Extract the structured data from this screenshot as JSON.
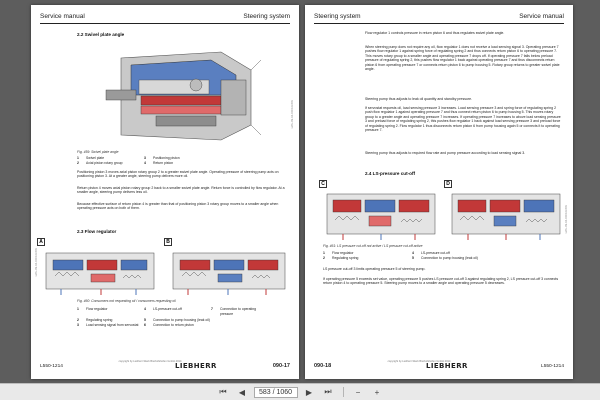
{
  "left_page": {
    "header_left": "Service manual",
    "header_right": "Steering system",
    "section_swivel": "2.2 Swivel plate angle",
    "fig459_caption": "Fig. 459: Swivel plate angle",
    "fig459_legend": [
      {
        "n": "1",
        "t": "Swivel plate"
      },
      {
        "n": "2",
        "t": "Axial piston rotary group"
      },
      {
        "n": "3",
        "t": "Positioning piston"
      },
      {
        "n": "4",
        "t": "Return piston"
      }
    ],
    "para1": "Positioning piston 3 moves axial piston rotary group 2 to a greater swivel plate angle. Operating pressure of steering pump acts on positioning piston 3. At a greater angle, steering pump delivers more oil.",
    "para2": "Return piston 4 moves axial piston rotary group 2 back to a smaller swivel plate angle. Return force is controlled by flow regulator. At a smaller angle, steering pump delivers less oil.",
    "para3": "Because effective surface of return piston 4 is greater than that of positioning piston 3 rotary group moves to a smaller angle when operating pressure acts on both of them.",
    "section_flow": "2.3 Flow regulator",
    "fig_tag_a": "A",
    "fig_tag_b": "B",
    "fig460_caption": "Fig. 460: Consumers not requesting oil / consumers requesting oil",
    "fig460_legend": [
      {
        "n": "1",
        "t": "Flow regulator",
        "n2": "4",
        "t2": "LS-pressure cut-off",
        "n3": "7",
        "t3": "Connection to operating pressure"
      },
      {
        "n": "2",
        "t": "Regulating spring",
        "n2": "5",
        "t2": "Connection to pump housing (leak oil)",
        "n3": "",
        "t3": ""
      },
      {
        "n": "3",
        "t": "Load sensing signal from servostat",
        "n2": "6",
        "t2": "Connection to return piston",
        "n3": "",
        "t3": ""
      }
    ],
    "sidebar_note": "LWL-09-04-0000-GSW",
    "footer_code": "L550-1214",
    "footer_copy": "copyright by Liebherr-Werk Bischofshofen GmbH 2014",
    "footer_logo": "LIEBHERR",
    "page_number": "090-17"
  },
  "right_page": {
    "header_left": "Steering system",
    "header_right": "Service manual",
    "para1": "Flow regulator 1 controls pressure in return piston 6 and thus regulates swivel plate angle.",
    "para2": "When steering pump does not require any oil, flow regulator 1 does not receive a load sensing signal 3. Operating pressure 7 pushes flow regulator 1 against spring force of regulating spring 2 and thus connects return piston 6 to operating pressure 7. This moves rotary group to a smaller angle and operating pressure 7 drops off. If operating pressure 7 falls below preload pressure of regulating spring 2, this pushes flow regulator 1 back against operating pressure 7 and thus disconnects return piston 6 from operating pressure 7 or connects return piston 6 to pump housing 5. Rotary group returns to greater swivel plate angle.",
    "para3": "Steering pump thus adjusts to leak oil quantity and standby pressure.",
    "para4": "If servostat requests oil, load sensing pressure 3 increases. Load sensing pressure 3 and spring force of regulating spring 2 push flow regulator 1 against operating pressure 7 and thus connect return piston 6 to pump housing 5. This moves rotary group to a greater angle and operating pressure 7 increases. If operating pressure 7 increases to above load sensing pressure 3 and preload force of regulating spring 2, this pushes flow regulator 1 back against load sensing pressure 3 and preload force of regulating spring 2. Flow regulator 1 thus disconnects return piston 6 from pump housing again 5 or connects it to operating pressure 7.",
    "para5": "Steering pump thus adjusts to required flow rate and pump pressure according to load sensing signal 3.",
    "section_ls": "2.4 LS-pressure cut-off",
    "fig_tag_c": "C",
    "fig_tag_d": "D",
    "fig461_caption": "Fig. 461: LS pressure cut-off not active / LS pressure cut-off active",
    "fig461_legend": [
      {
        "n": "1",
        "t": "Flow regulator",
        "n2": "4",
        "t2": "LS-pressure cut-off"
      },
      {
        "n": "2",
        "t": "Regulating spring",
        "n2": "5",
        "t2": "Connection to pump housing (leak oil)"
      }
    ],
    "para6": "LS pressure cut-off 3 limits operating pressure 5 of steering pump.",
    "para7": "If operating pressure 5 exceeds set value, operating pressure 5 pushes LS pressure cut-off 3 against regulating spring 2, LS pressure cut-off 3 connects return piston 4 to operating pressure 5. Steering pump moves to a smaller angle and operating pressure 5 decreases.",
    "sidebar_note": "LWL-09-04-0000-GSW",
    "footer_code": "L550-1214",
    "footer_copy": "copyright by Liebherr-Werk Bischofshofen GmbH 2014",
    "footer_logo": "LIEBHERR",
    "page_number": "090-18"
  },
  "toolbar": {
    "first_icon": "first-page-icon",
    "prev_icon": "previous-page-icon",
    "page_field": "583 / 1060",
    "next_icon": "next-page-icon",
    "last_icon": "last-page-icon",
    "zoom_out_icon": "zoom-out-icon",
    "zoom_in_icon": "zoom-in-icon"
  }
}
